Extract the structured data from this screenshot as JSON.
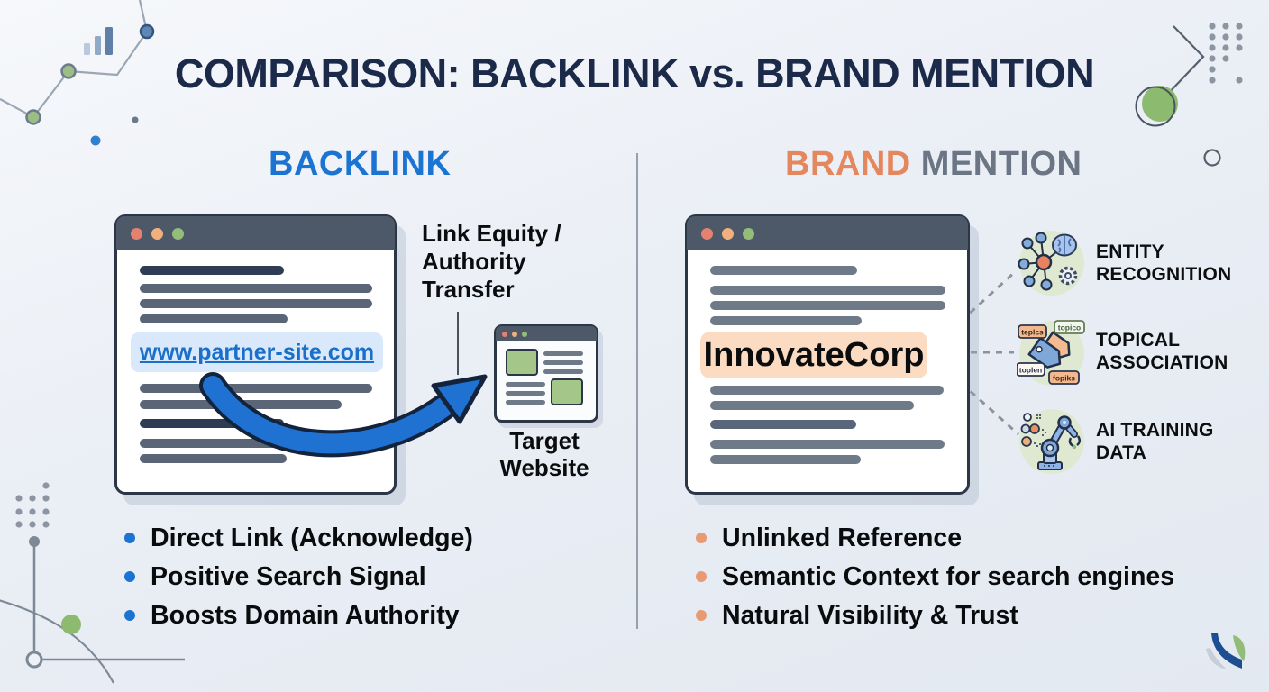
{
  "title": "COMPARISON: BACKLINK vs. BRAND MENTION",
  "left": {
    "heading": "BACKLINK",
    "window_link": "www.partner-site.com",
    "flow_label": "Link Equity / Authority Transfer",
    "target_label": "Target Website",
    "bullets": [
      "Direct Link (Acknowledge)",
      "Positive Search Signal",
      "Boosts Domain Authority"
    ]
  },
  "right": {
    "heading_word1": "BRAND",
    "heading_word2": "MENTION",
    "mention_text": "InnovateCorp",
    "features": [
      {
        "label": "ENTITY RECOGNITION",
        "icon": "entity-network-brain-icon"
      },
      {
        "label": "TOPICAL ASSOCIATION",
        "icon": "topic-tags-icon",
        "bubbles": [
          "teplcs",
          "topico",
          "toplen",
          "fopiks"
        ]
      },
      {
        "label": "AI TRAINING DATA",
        "icon": "robot-arm-icon"
      }
    ],
    "bullets": [
      "Unlinked Reference",
      "Semantic Context for search engines",
      "Natural Visibility & Trust"
    ]
  },
  "colors": {
    "title_navy": "#1c2a4a",
    "backlink_blue": "#1b74d2",
    "brand_orange": "#e5875d",
    "mention_gray": "#6b7584",
    "link_text": "#1a6fc9",
    "link_bg": "#d9e9fb",
    "mention_bg": "#fbdcc3",
    "arrow_blue": "#1f72d2",
    "icon_bg_green": "#dfe9d2",
    "bullet_blue": "#1b74d2",
    "bullet_orange": "#e89a72",
    "titlebar": "#4d5968"
  }
}
